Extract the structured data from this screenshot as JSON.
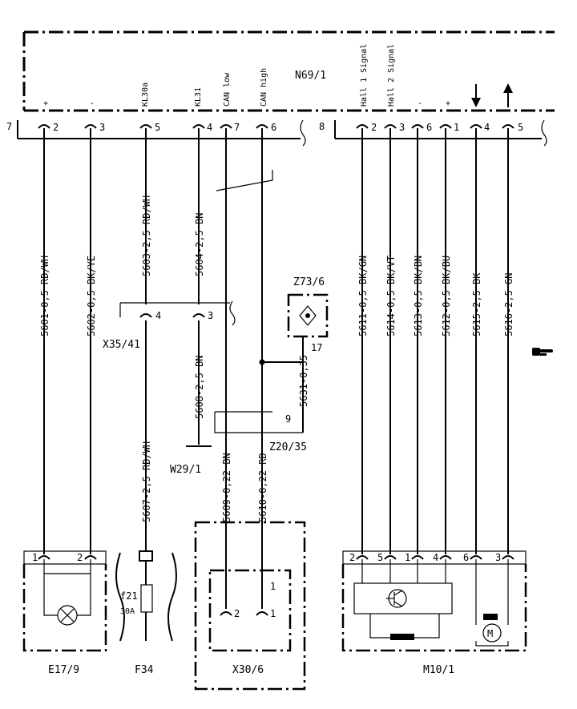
{
  "ecu": {
    "name": "N69/1",
    "left_connector": {
      "num_left": "7",
      "num_right": "8",
      "pins": [
        {
          "pin": "2",
          "signal": "+",
          "wire": "5601-0,5 RD/WH"
        },
        {
          "pin": "3",
          "signal": "-",
          "wire": "5602-0,5 BK/YE"
        },
        {
          "pin": "5",
          "signal": "KL30a",
          "wire": "5603-2,5 RD/WH"
        },
        {
          "pin": "4",
          "signal": "KL31",
          "wire": "5604-2,5 BN"
        },
        {
          "pin": "7",
          "signal": "CAN low",
          "wire": "5609-0,22 BN"
        },
        {
          "pin": "6",
          "signal": "CAN high",
          "wire": "5610-0,22 RD"
        }
      ]
    },
    "right_connector": {
      "pins": [
        {
          "pin": "2",
          "signal": "Hall 1 Signal",
          "wire": "5611-0,5 BK/GN"
        },
        {
          "pin": "3",
          "signal": "Hall 2 Signal",
          "wire": "5614-0,5 BK/VT"
        },
        {
          "pin": "6",
          "signal": "-",
          "wire": "5613-0,5 BK/BN"
        },
        {
          "pin": "1",
          "signal": "+",
          "wire": "5612-0,5 BK/BU"
        },
        {
          "pin": "4",
          "signal": "",
          "wire": "5615-2,5 BK"
        },
        {
          "pin": "5",
          "signal": "",
          "wire": "5616-2,5 GN"
        }
      ]
    }
  },
  "connectors": {
    "x35": {
      "name": "X35/41",
      "pin_a": "4",
      "pin_b": "3"
    },
    "z73": {
      "name": "Z73/6",
      "pin": "17",
      "wire": "5631-0,35"
    },
    "z20": {
      "name": "Z20/35",
      "pin": "9"
    },
    "w29": {
      "name": "W29/1"
    },
    "x30": {
      "name": "X30/6",
      "pin_a": "2",
      "pin_b": "1",
      "pin_top": "1"
    }
  },
  "wires_lower": {
    "kl31_lower": "5608-2,5 BN",
    "kl30_lower": "5607-2,5 RD/WH"
  },
  "components": {
    "e17": {
      "name": "E17/9",
      "pin_1": "1",
      "pin_2": "2"
    },
    "f34": {
      "name": "F34",
      "fuse": "f21",
      "rating": "30A"
    },
    "m10": {
      "name": "M10/1",
      "pins": [
        "2",
        "5",
        "1",
        "4",
        "6",
        "3"
      ]
    }
  },
  "icons": [
    "pointing-hand-icon",
    "lamp-icon",
    "transistor-icon",
    "motor-icon"
  ]
}
